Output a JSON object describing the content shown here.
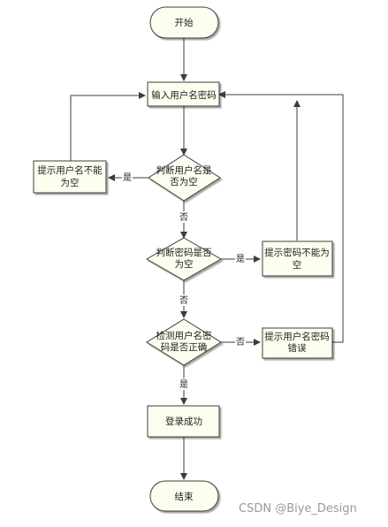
{
  "nodes": {
    "start": "开始",
    "input": "输入用户名密码",
    "check_user_empty": [
      "判断用户名是",
      "否为空"
    ],
    "tip_user_empty": [
      "提示用户名不能",
      "为空"
    ],
    "check_pwd_empty": [
      "判断密码是否",
      "为空"
    ],
    "tip_pwd_empty": [
      "提示密码不能为",
      "空"
    ],
    "check_correct": [
      "检测用户名密",
      "码是否正确"
    ],
    "tip_error": [
      "提示用户名密码",
      "错误"
    ],
    "success": "登录成功",
    "end": "结束"
  },
  "edge_labels": {
    "yes_user_empty": "是",
    "no_user_empty": "否",
    "yes_pwd_empty": "是",
    "no_pwd_empty": "否",
    "no_correct": "否",
    "yes_correct": "是"
  },
  "colors": {
    "fill": "#fefef0",
    "stroke": "#3c3c3c",
    "text": "#222222"
  },
  "watermark": "CSDN @Biye_Design"
}
